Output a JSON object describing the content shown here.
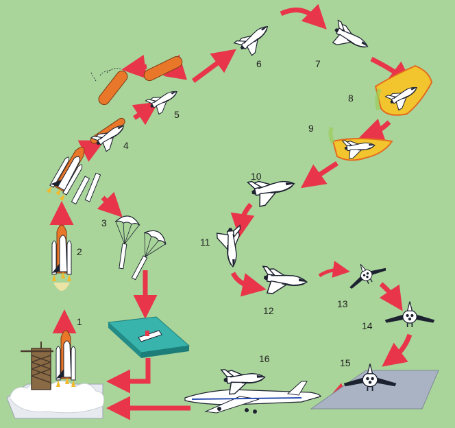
{
  "diagram": {
    "colors": {
      "background": "#a9d49a",
      "arrow": "#e8354a",
      "shuttle_body": "#ffffff",
      "shuttle_dark": "#1d2230",
      "external_tank": "#e8772a",
      "reentry_glow": "#f2c52e",
      "reentry_edge": "#e46a1e",
      "sea": "#38b4ad",
      "runway": "#a9b3c3",
      "launch_cloud": "#ffffff"
    },
    "steps": [
      {
        "number": "1"
      },
      {
        "number": "2"
      },
      {
        "number": "3"
      },
      {
        "number": "4"
      },
      {
        "number": "5"
      },
      {
        "number": "6"
      },
      {
        "number": "7"
      },
      {
        "number": "8"
      },
      {
        "number": "9"
      },
      {
        "number": "10"
      },
      {
        "number": "11"
      },
      {
        "number": "12"
      },
      {
        "number": "13"
      },
      {
        "number": "14"
      },
      {
        "number": "15"
      },
      {
        "number": "16"
      }
    ]
  }
}
